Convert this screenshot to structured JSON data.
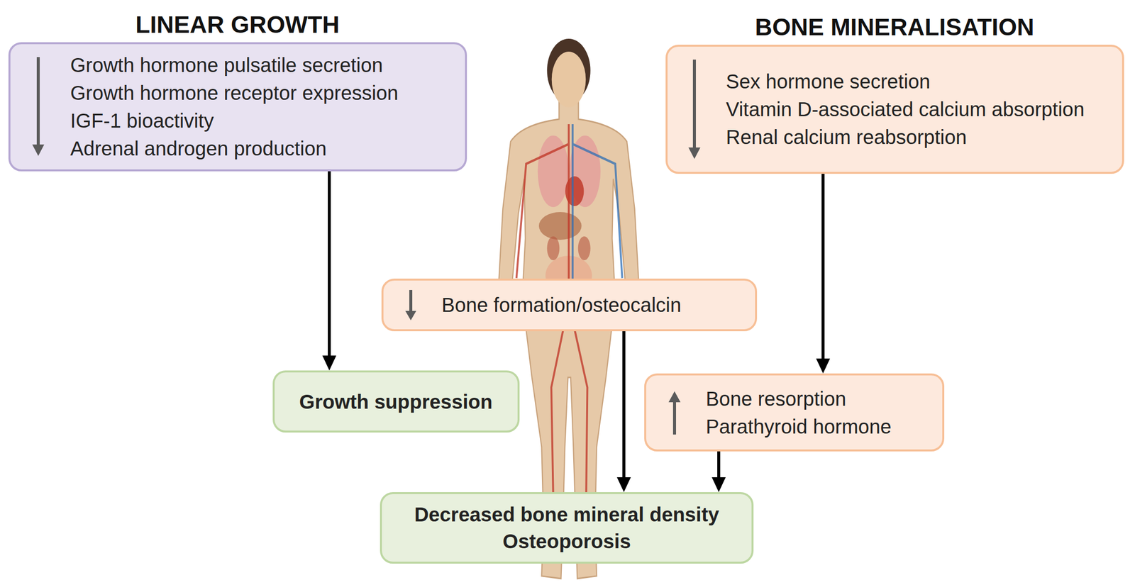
{
  "diagram": {
    "nodes": [
      {
        "text": [
          "LINEAR GROWTH",
          "Growth hormone pulsatile secretion",
          "Growth hormone receptor expression",
          "IGF-1 bioactivity",
          "Adrenal androgen production"
        ]
      },
      {
        "text": [
          "BONE MINERALISATION",
          "Sex hormone secretion",
          "Vitamin D-associated calcium absorption",
          "Renal calcium reabsorption"
        ]
      },
      {
        "text": [
          "Bone formation/osteocalcin"
        ]
      },
      {
        "text": [
          "Growth suppression"
        ]
      },
      {
        "text": [
          "Bone resorption",
          "Parathyroid hormone"
        ]
      },
      {
        "text": [
          "Decreased bone mineral density",
          "Osteoporosis"
        ]
      }
    ],
    "edges": [
      {
        "from": 0,
        "to": 3,
        "arrow": "to"
      },
      {
        "from": 1,
        "to": 4,
        "arrow": "to"
      },
      {
        "from": 2,
        "to": 5,
        "arrow": "to"
      },
      {
        "from": 4,
        "to": 5,
        "arrow": "to"
      }
    ]
  }
}
